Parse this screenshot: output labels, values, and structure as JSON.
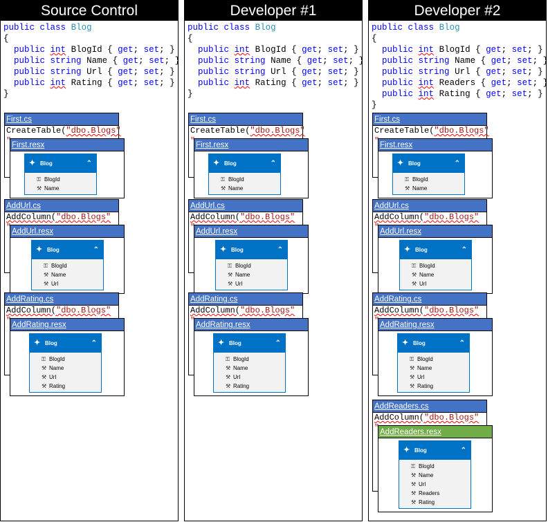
{
  "columns": [
    {
      "title": "Source Control",
      "code": {
        "decl": [
          "public",
          "class",
          "Blog"
        ],
        "props": [
          {
            "type": "int",
            "name": "BlogId"
          },
          {
            "type": "string",
            "name": "Name"
          },
          {
            "type": "string",
            "name": "Url"
          },
          {
            "type": "int",
            "name": "Rating"
          }
        ]
      },
      "files": [
        {
          "cs": "First.cs",
          "call": "CreateTable(",
          "arg": "\"dbo.Blogs\"",
          "resx": "First.resx",
          "entity": "Blog",
          "props": [
            "BlogId",
            "Name"
          ]
        },
        {
          "cs": "AddUrl.cs",
          "call": "AddColumn(",
          "arg": "\"dbo.Blogs\"",
          "resx": "AddUrl.resx",
          "entity": "Blog",
          "props": [
            "BlogId",
            "Name",
            "Url"
          ]
        },
        {
          "cs": "AddRating.cs",
          "call": "AddColumn(",
          "arg": "\"dbo.Blogs\"",
          "resx": "AddRating.resx",
          "entity": "Blog",
          "props": [
            "BlogId",
            "Name",
            "Url",
            "Rating"
          ]
        }
      ]
    },
    {
      "title": "Developer #1",
      "code": {
        "decl": [
          "public",
          "class",
          "Blog"
        ],
        "props": [
          {
            "type": "int",
            "name": "BlogId"
          },
          {
            "type": "string",
            "name": "Name"
          },
          {
            "type": "string",
            "name": "Url"
          },
          {
            "type": "int",
            "name": "Rating"
          }
        ]
      },
      "files": [
        {
          "cs": "First.cs",
          "call": "CreateTable(",
          "arg": "\"dbo.Blogs\"",
          "resx": "First.resx",
          "entity": "Blog",
          "props": [
            "BlogId",
            "Name"
          ]
        },
        {
          "cs": "AddUrl.cs",
          "call": "AddColumn(",
          "arg": "\"dbo.Blogs\"",
          "resx": "AddUrl.resx",
          "entity": "Blog",
          "props": [
            "BlogId",
            "Name",
            "Url"
          ]
        },
        {
          "cs": "AddRating.cs",
          "call": "AddColumn(",
          "arg": "\"dbo.Blogs\"",
          "resx": "AddRating.resx",
          "entity": "Blog",
          "props": [
            "BlogId",
            "Name",
            "Url",
            "Rating"
          ]
        }
      ]
    },
    {
      "title": "Developer #2",
      "code": {
        "decl": [
          "public",
          "class",
          "Blog"
        ],
        "props": [
          {
            "type": "int",
            "name": "BlogId"
          },
          {
            "type": "string",
            "name": "Name"
          },
          {
            "type": "string",
            "name": "Url"
          },
          {
            "type": "int",
            "name": "Readers"
          },
          {
            "type": "int",
            "name": "Rating"
          }
        ]
      },
      "files": [
        {
          "cs": "First.cs",
          "call": "CreateTable(",
          "arg": "\"dbo.Blogs\"",
          "resx": "First.resx",
          "entity": "Blog",
          "props": [
            "BlogId",
            "Name"
          ]
        },
        {
          "cs": "AddUrl.cs",
          "call": "AddColumn(",
          "arg": "\"dbo.Blogs\"",
          "resx": "AddUrl.resx",
          "entity": "Blog",
          "props": [
            "BlogId",
            "Name",
            "Url"
          ]
        },
        {
          "cs": "AddRating.cs",
          "call": "AddColumn(",
          "arg": "\"dbo.Blogs\"",
          "resx": "AddRating.resx",
          "entity": "Blog",
          "props": [
            "BlogId",
            "Name",
            "Url",
            "Rating"
          ]
        },
        {
          "cs": "AddReaders.cs",
          "call": "AddColumn(",
          "arg": "\"dbo.Blogs\"",
          "resx": "AddReaders.resx",
          "entity": "Blog",
          "props": [
            "BlogId",
            "Name",
            "Url",
            "Readers",
            "Rating"
          ],
          "highlight": true
        }
      ]
    }
  ],
  "colors": {
    "file_title_blue": "#4472c4",
    "file_title_green": "#70ad47",
    "entity_header": "#0072c6",
    "keyword": "#0000ff",
    "type_name": "#2b91af",
    "string": "#a31515"
  }
}
